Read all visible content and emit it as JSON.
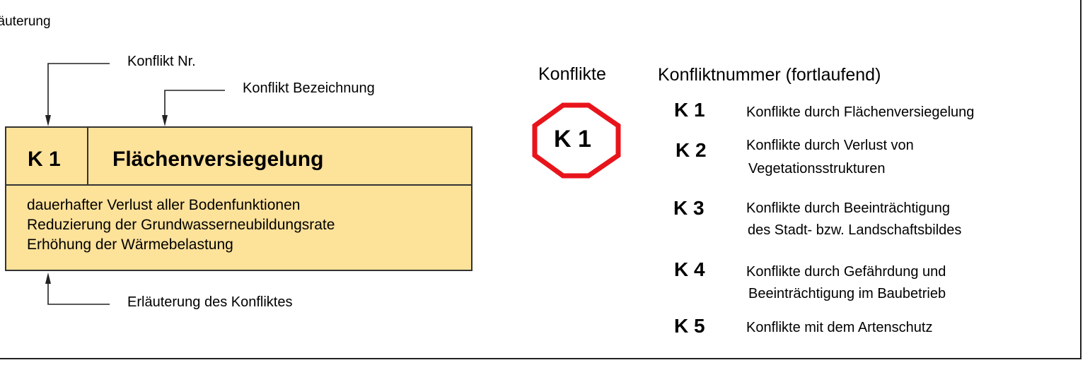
{
  "title": "rläuterung",
  "callouts": {
    "konflikt_nr": "Konflikt Nr.",
    "konflikt_bezeichnung": "Konflikt Bezeichnung",
    "erlaeuterung": "Erläuterung des Konfliktes"
  },
  "example_box": {
    "code": "K 1",
    "name": "Flächenversiegelung",
    "description_lines": [
      "dauerhafter Verlust aller Bodenfunktionen",
      "Reduzierung der Grundwasserneubildungsrate",
      "Erhöhung der Wärmebelastung"
    ],
    "fill_color": "#fde29a"
  },
  "symbol": {
    "heading": "Konflikte",
    "label": "K 1",
    "stroke_color": "#e8141b"
  },
  "legend": {
    "heading": "Konfliktnummer (fortlaufend)",
    "items": [
      {
        "code": "K 1",
        "text": "Konflikte durch Flächenversiegelung"
      },
      {
        "code": "K 2",
        "text_line1": "Konflikte durch Verlust von",
        "text_line2": "Vegetationsstrukturen"
      },
      {
        "code": "K 3",
        "text_line1": "Konflikte durch Beeinträchtigung",
        "text_line2": "des Stadt- bzw. Landschaftsbildes"
      },
      {
        "code": "K 4",
        "text_line1": "Konflikte durch Gefährdung und",
        "text_line2": "Beeinträchtigung im Baubetrieb"
      },
      {
        "code": "K 5",
        "text": "Konflikte mit dem Artenschutz"
      }
    ]
  }
}
